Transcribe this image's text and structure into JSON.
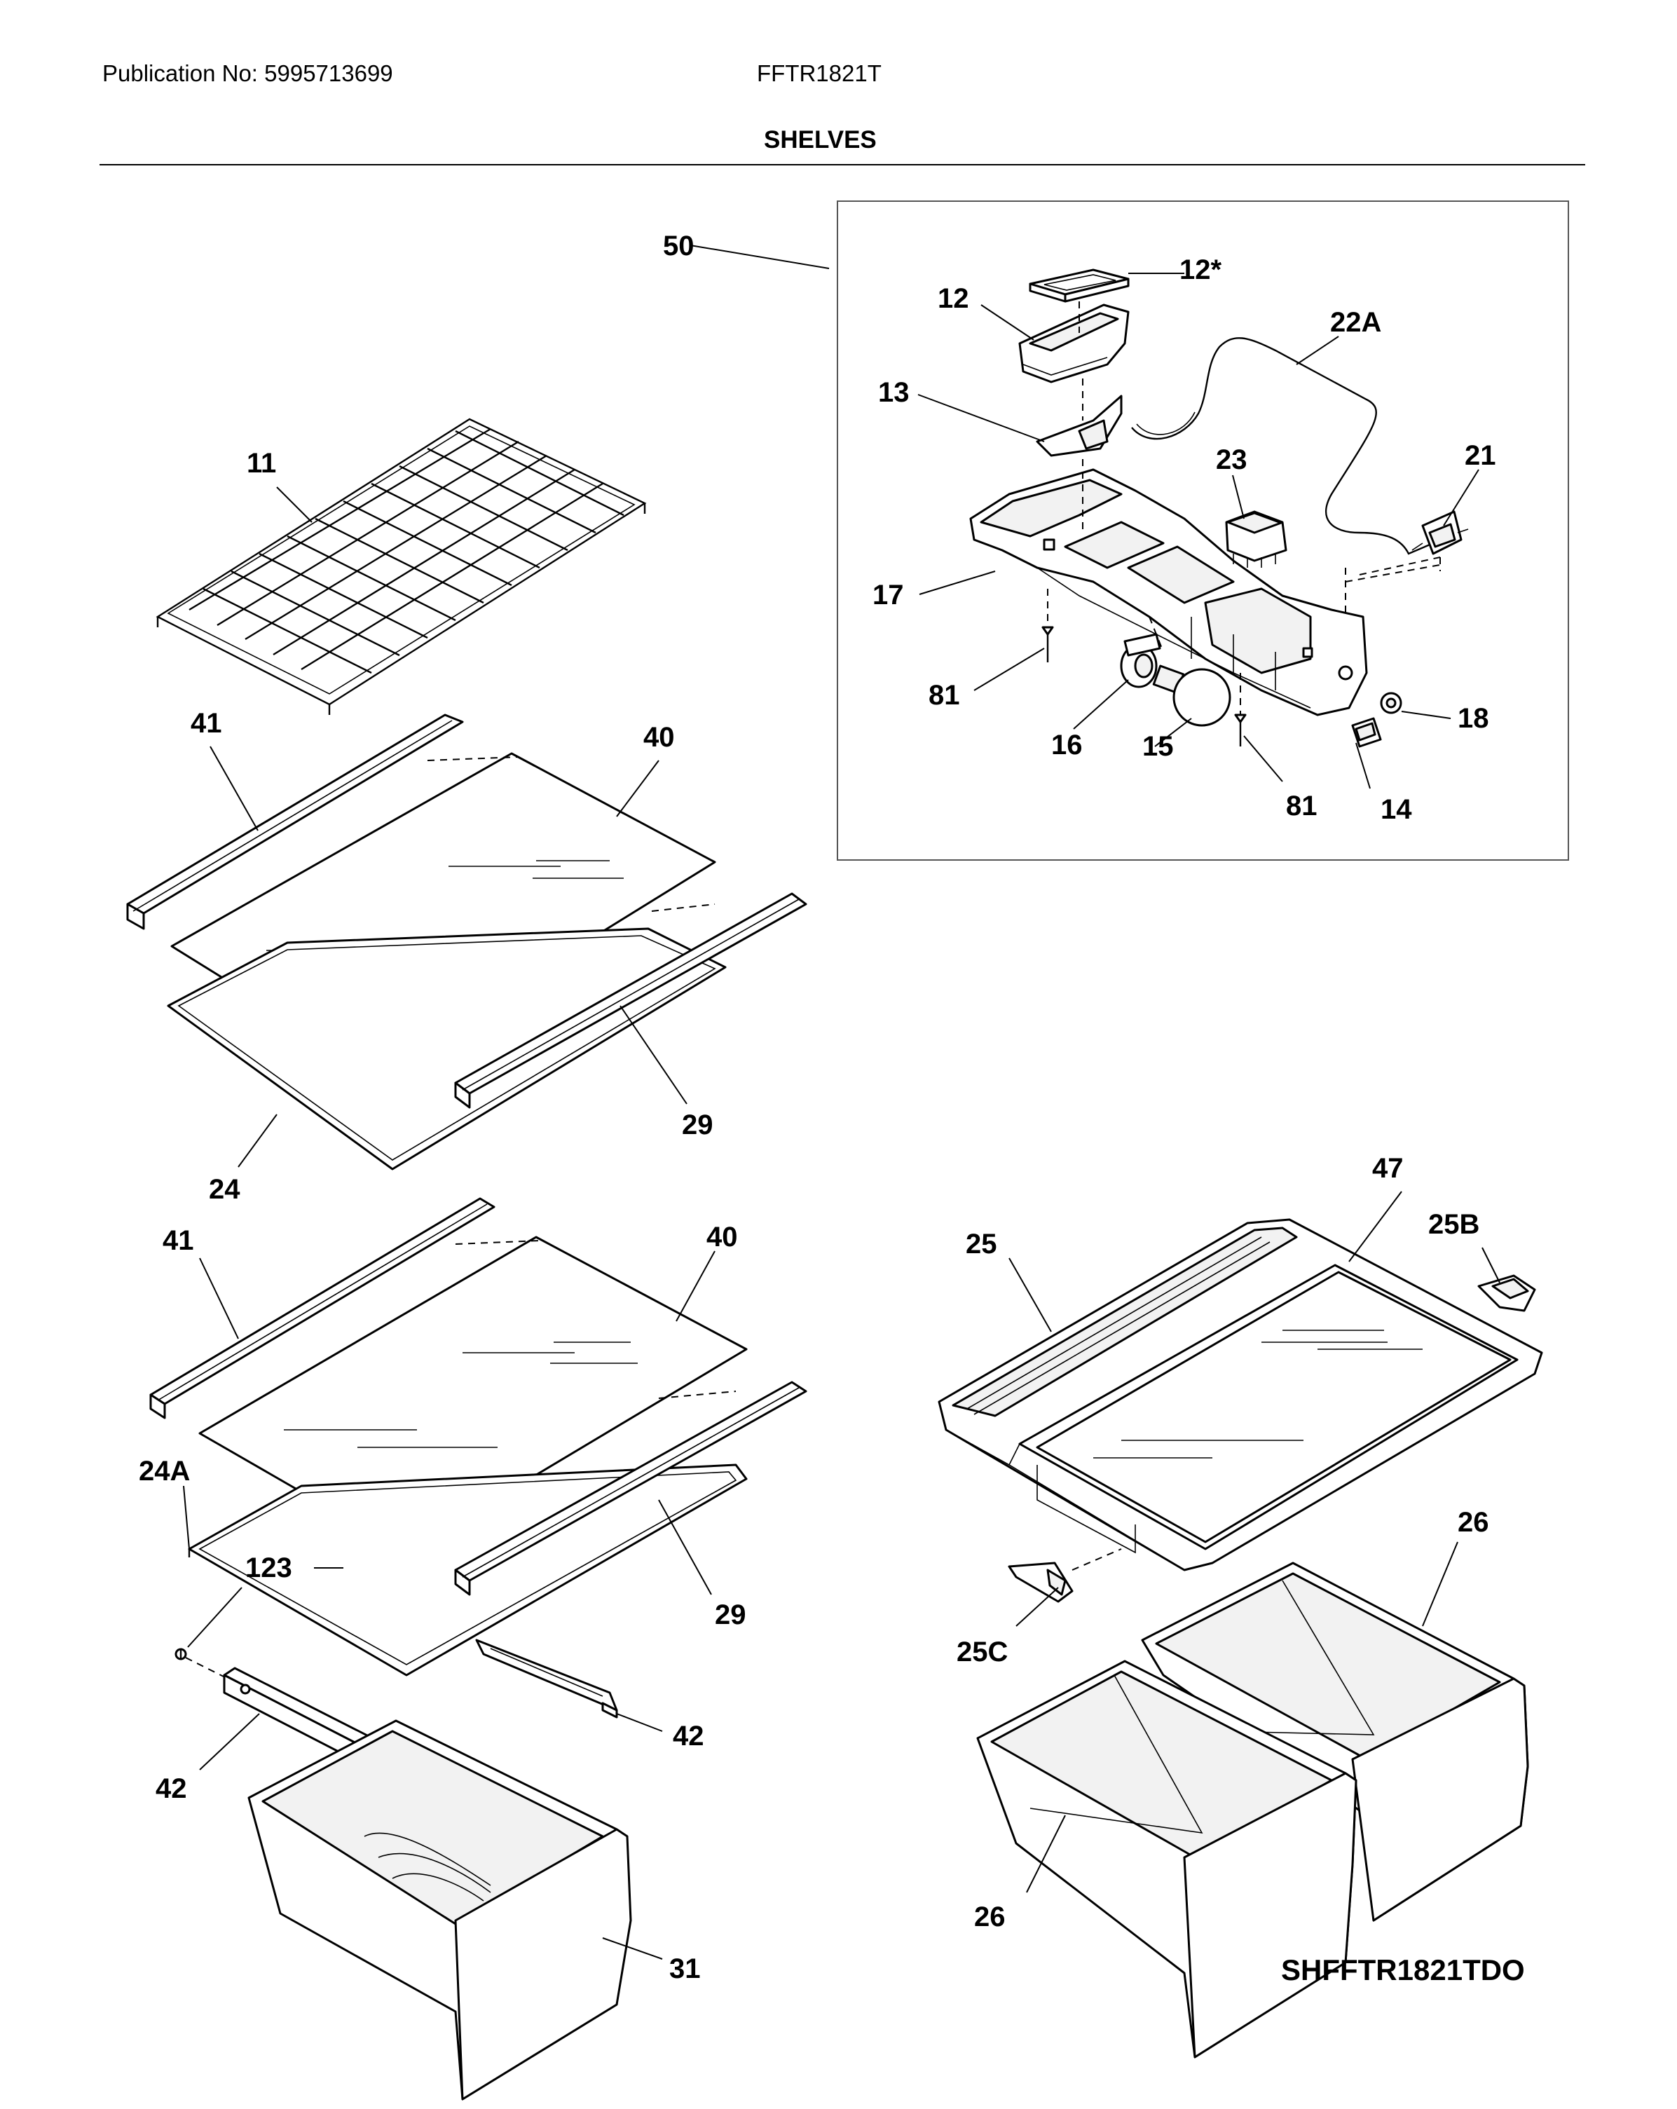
{
  "header": {
    "publication": "Publication No: 5995713699",
    "model": "FFTR1821T",
    "section_title": "SHELVES"
  },
  "callouts": {
    "c11": "11",
    "c12": "12",
    "c12s": "12*",
    "c13": "13",
    "c14": "14",
    "c15": "15",
    "c16": "16",
    "c17": "17",
    "c18": "18",
    "c21": "21",
    "c22a": "22A",
    "c23": "23",
    "c24": "24",
    "c24a": "24A",
    "c25": "25",
    "c25b": "25B",
    "c25c": "25C",
    "c26a": "26",
    "c26b": "26",
    "c29a": "29",
    "c29b": "29",
    "c31": "31",
    "c40a": "40",
    "c40b": "40",
    "c41a": "41",
    "c41b": "41",
    "c42a": "42",
    "c42b": "42",
    "c47": "47",
    "c50": "50",
    "c81a": "81",
    "c81b": "81",
    "c123": "123"
  },
  "drawing_code": "SHFFTR1821TDO"
}
